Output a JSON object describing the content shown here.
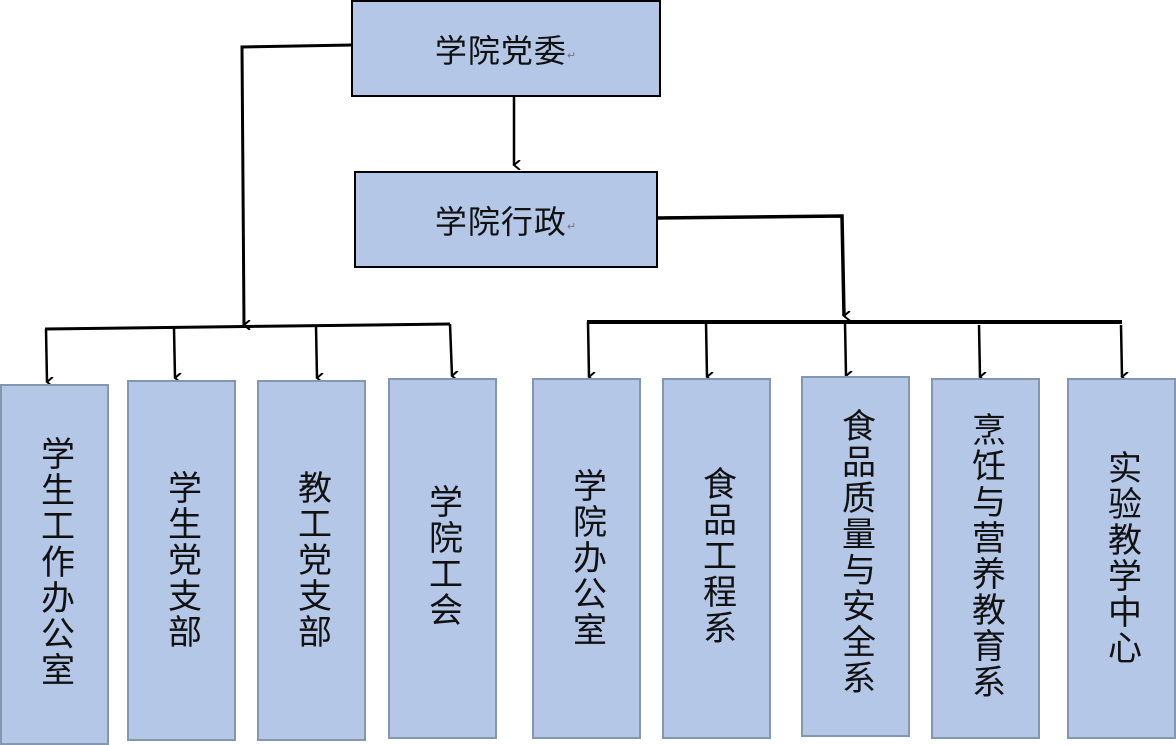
{
  "diagram": {
    "type": "org-chart",
    "colors": {
      "box_fill": "#b4c7e7",
      "unit_border": "#8497b0",
      "line": "#000000"
    },
    "root": {
      "label": "学院党委",
      "para_mark": "↵"
    },
    "admin": {
      "label": "学院行政",
      "para_mark": "↵"
    },
    "party_units": [
      {
        "label": "学生工作办公室"
      },
      {
        "label": "学生党支部"
      },
      {
        "label": "教工党支部"
      },
      {
        "label": "学院工会"
      }
    ],
    "admin_units": [
      {
        "label": "学院办公室"
      },
      {
        "label": "食品工程系"
      },
      {
        "label": "食品质量与安全系"
      },
      {
        "label": "烹饪与营养教育系"
      },
      {
        "label": "实验教学中心"
      }
    ],
    "edges": [
      {
        "from": "学院党委",
        "to": "学院行政"
      },
      {
        "from": "学院党委",
        "to": "party_units"
      },
      {
        "from": "学院行政",
        "to": "admin_units"
      }
    ]
  }
}
